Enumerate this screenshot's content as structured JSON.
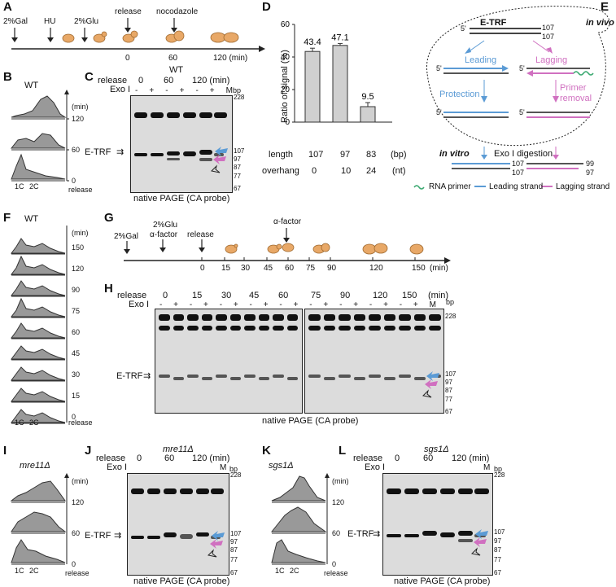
{
  "panels": {
    "A": {
      "label": "A",
      "steps": [
        "2%Gal",
        "HU",
        "2%Glu",
        "release",
        "nocodazole"
      ],
      "times": [
        "0",
        "60",
        "120 (min)"
      ]
    },
    "B": {
      "label": "B",
      "title": "WT",
      "unit": "(min)",
      "yticks": [
        "120",
        "60",
        "0"
      ],
      "x1": "1C",
      "x2": "2C",
      "xr": "release"
    },
    "C": {
      "label": "C",
      "title": "WT",
      "release": "release",
      "exo": "Exo I",
      "times": [
        "0",
        "60",
        "120 (min)"
      ],
      "bp": "bp",
      "marker": "M",
      "signs": [
        "-",
        "+",
        "-",
        "+",
        "-",
        "+"
      ],
      "ladder": [
        "228",
        "107",
        "97",
        "87",
        "77",
        "67"
      ],
      "etrf": "E-TRF",
      "caption": "native PAGE (CA probe)"
    },
    "D": {
      "label": "D",
      "ylabel": "Ratio of signal (%)",
      "yticks": [
        "60",
        "40",
        "20",
        "0"
      ],
      "rowlabels": [
        "length",
        "overhang"
      ],
      "units": [
        "(bp)",
        "(nt)"
      ],
      "lengths": [
        "107",
        "97",
        "83"
      ],
      "overhangs": [
        "0",
        "10",
        "24"
      ]
    },
    "E": {
      "label": "E",
      "invivo": "in vivo",
      "invitro": "in vitro",
      "etrf": "E-TRF",
      "leading": "Leading",
      "lagging": "Lagging",
      "protection": "Protection",
      "primer": "Primer",
      "removal": "removal",
      "exo": "Exo I digestion",
      "n107": "107",
      "n99": "99",
      "n97": "97",
      "five": "5'",
      "legend": [
        "RNA primer",
        "Leading strand",
        "Lagging strand"
      ]
    },
    "F": {
      "label": "F",
      "title": "WT",
      "unit": "(min)",
      "yticks": [
        "150",
        "120",
        "90",
        "75",
        "60",
        "45",
        "30",
        "15",
        "0"
      ],
      "x1": "1C",
      "x2": "2C",
      "xr": "release"
    },
    "G": {
      "label": "G",
      "steps": [
        "2%Gal",
        "2%Glu",
        "α-factor",
        "release",
        "α-factor"
      ],
      "times": [
        "0",
        "15",
        "30",
        "45",
        "60",
        "75",
        "90",
        "120",
        "150",
        "(min)"
      ]
    },
    "H": {
      "label": "H",
      "release": "release",
      "exo": "Exo I",
      "times": [
        "0",
        "15",
        "30",
        "45",
        "60",
        "75",
        "90",
        "120",
        "150",
        "(min)"
      ],
      "marker": "M",
      "bp": "bp",
      "ladder": [
        "228",
        "107",
        "97",
        "87",
        "77",
        "67"
      ],
      "etrf": "E-TRF",
      "caption": "native PAGE (CA probe)"
    },
    "I": {
      "label": "I",
      "title": "mre11Δ",
      "unit": "(min)",
      "yticks": [
        "120",
        "60",
        "0"
      ],
      "x1": "1C",
      "x2": "2C",
      "xr": "release"
    },
    "J": {
      "label": "J",
      "title": "mre11Δ",
      "release": "release",
      "exo": "Exo I",
      "times": [
        "0",
        "60",
        "120 (min)"
      ],
      "marker": "M",
      "bp": "bp",
      "ladder": [
        "228",
        "107",
        "97",
        "87",
        "77",
        "67"
      ],
      "etrf": "E-TRF",
      "caption": "native PAGE (CA probe)"
    },
    "K": {
      "label": "K",
      "title": "sgs1Δ",
      "unit": "(min)",
      "yticks": [
        "120",
        "60",
        "0"
      ],
      "x1": "1C",
      "x2": "2C",
      "xr": "release"
    },
    "L": {
      "label": "L",
      "title": "sgs1Δ",
      "release": "release",
      "exo": "Exo I",
      "times": [
        "0",
        "60",
        "120 (min)"
      ],
      "marker": "M",
      "bp": "bp",
      "ladder": [
        "228",
        "107",
        "97",
        "87",
        "77",
        "67"
      ],
      "etrf": "E-TRF",
      "caption": "native PAGE (CA probe)"
    }
  },
  "colors": {
    "blue": "#5b9bd5",
    "pink": "#d070c0",
    "green": "#3aa870",
    "cell": "#e8a867",
    "bar": "#d0d0d0"
  },
  "chart_data": {
    "type": "bar",
    "categories": [
      "107",
      "97",
      "83"
    ],
    "values": [
      43.4,
      47.1,
      9.5
    ],
    "errors": [
      2.0,
      1.2,
      2.5
    ],
    "value_labels": [
      "43.4",
      "47.1",
      "9.5"
    ],
    "ylabel": "Ratio of signal (%)",
    "ylim": [
      0,
      60
    ]
  }
}
